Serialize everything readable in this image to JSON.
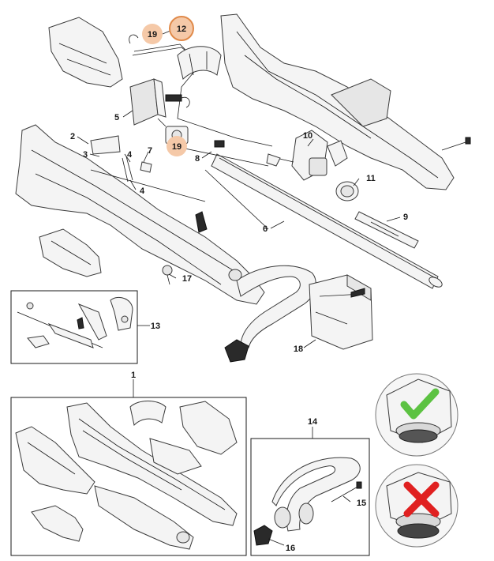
{
  "callouts": {
    "c1": "1",
    "c2": "2",
    "c3": "3",
    "c4a": "4",
    "c4b": "4",
    "c5": "5",
    "c6": "6",
    "c7": "7",
    "c8": "8",
    "c9": "9",
    "c10": "10",
    "c11": "11",
    "c12": "12",
    "c13": "13",
    "c14": "14",
    "c15": "15",
    "c16": "16",
    "c17": "17",
    "c18": "18",
    "c19a": "19",
    "c19b": "19"
  },
  "colors": {
    "highlight_fill": "#f5c9a8",
    "highlight_stroke": "#e08a4a",
    "correct_mark": "#5cc242",
    "incorrect_mark": "#e02020",
    "line_art": "#3a3a3a"
  },
  "icons": {
    "correct": "checkmark-icon",
    "incorrect": "cross-icon"
  }
}
